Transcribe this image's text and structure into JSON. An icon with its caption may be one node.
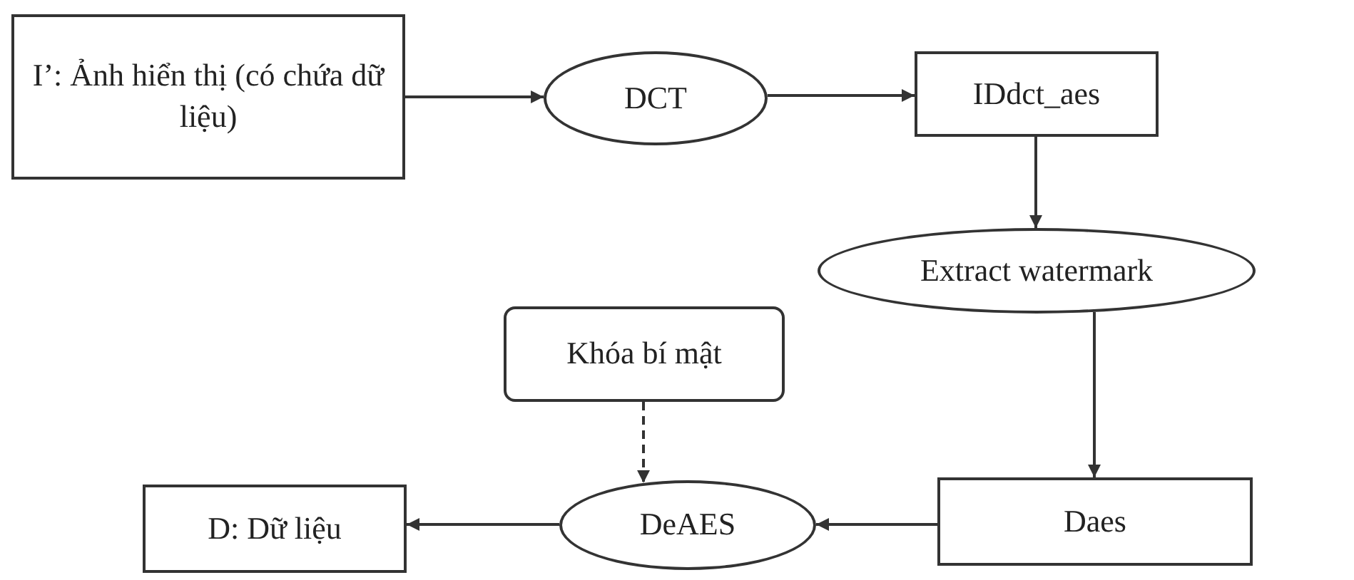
{
  "diagram": {
    "nodes": [
      {
        "text": [
          "I’: Ảnh hiển thị (có chứa dữ liệu)"
        ]
      },
      {
        "text": [
          "DCT"
        ]
      },
      {
        "text": [
          "IDdct_aes"
        ]
      },
      {
        "text": [
          "Extract watermark"
        ]
      },
      {
        "text": [
          "Khóa bí mật"
        ]
      },
      {
        "text": [
          "D: Dữ liệu"
        ]
      },
      {
        "text": [
          "DeAES"
        ]
      },
      {
        "text": [
          "Daes"
        ]
      }
    ],
    "edges": [
      {
        "from": 0,
        "to": 1,
        "arrow": "to"
      },
      {
        "from": 1,
        "to": 2,
        "arrow": "to"
      },
      {
        "from": 2,
        "to": 3,
        "arrow": "to"
      },
      {
        "from": 3,
        "to": 7,
        "arrow": "to"
      },
      {
        "from": 7,
        "to": 6,
        "arrow": "to"
      },
      {
        "from": 4,
        "to": 6,
        "arrow": "to",
        "style": "dashed"
      },
      {
        "from": 6,
        "to": 5,
        "arrow": "to"
      }
    ]
  }
}
